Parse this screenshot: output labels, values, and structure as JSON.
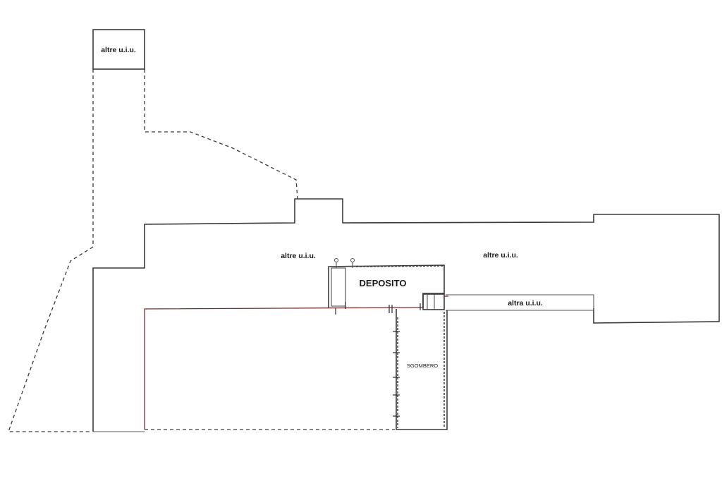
{
  "labels": {
    "top_box": "altre u.i.u.",
    "mid_left": "altre u.i.u.",
    "mid_right": "altre u.i.u.",
    "corridor": "altra u.i.u.",
    "room_deposito": "DEPOSITO",
    "room_sgombero": "SGOMBERO"
  },
  "colors": {
    "wall": "#3a3a3a",
    "accent_wall": "#7a3030"
  }
}
